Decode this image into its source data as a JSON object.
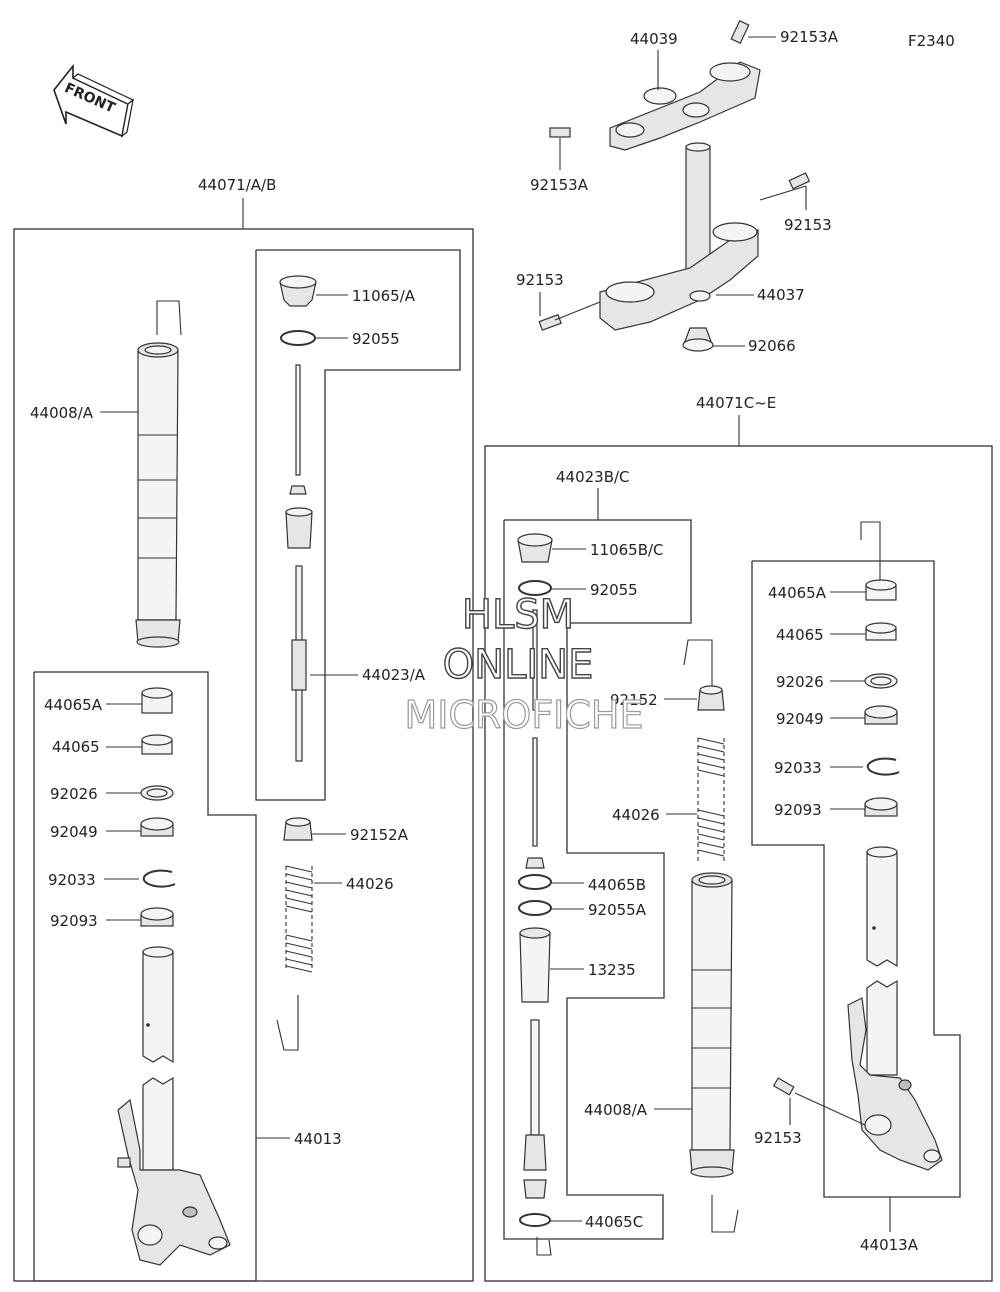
{
  "diagram": {
    "code": "F2340",
    "front_label": "FRONT",
    "watermark": [
      "HLSM",
      "ONLINE",
      "MICROFICHE"
    ],
    "assemblies": {
      "left_fork": "44071/A/B",
      "right_fork": "44071C~E",
      "cartridge_left": "44023/A",
      "cartridge_right": "44023B/C",
      "lower_left": "44013",
      "lower_right": "44013A"
    },
    "parts_top": {
      "top_clamp": "44039",
      "bolt_top_right": "92153A",
      "bolt_top_left": "92153A",
      "bolt_stem_right": "92153",
      "bolt_stem_left": "92153",
      "stem": "44037",
      "stem_nut": "92066"
    },
    "parts_left": {
      "cap": "11065/A",
      "oring": "92055",
      "outer_tube": "44008/A",
      "nut": "92152A",
      "spring": "44026",
      "bush_a": "44065A",
      "bush": "44065",
      "washer": "92026",
      "seal": "92049",
      "clip": "92033",
      "dust_seal": "92093"
    },
    "parts_right": {
      "cap": "11065B/C",
      "oring": "92055",
      "oring_a": "92055A",
      "nut": "92152",
      "spring": "44026",
      "bush_b": "44065B",
      "cylinder": "13235",
      "bush_c": "44065C",
      "outer_tube": "44008/A",
      "bush_a": "44065A",
      "bush": "44065",
      "washer": "92026",
      "seal": "92049",
      "clip": "92033",
      "dust_seal": "92093",
      "axle_bolt": "92153"
    }
  }
}
